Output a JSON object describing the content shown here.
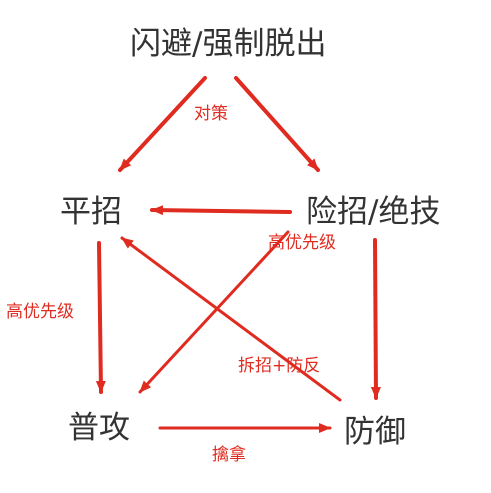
{
  "nodes": {
    "top": "闪避/强制脱出",
    "left": "平招",
    "right": "险招/绝技",
    "bottom_left": "普攻",
    "bottom_right": "防御"
  },
  "edge_labels": {
    "counter": "对策",
    "priority_right": "高优先级",
    "priority_left": "高优先级",
    "break_defense": "拆招+防反",
    "grab": "擒拿"
  },
  "colors": {
    "arrow": "#e02b20",
    "node_text": "#333333",
    "background": "#ffffff"
  }
}
